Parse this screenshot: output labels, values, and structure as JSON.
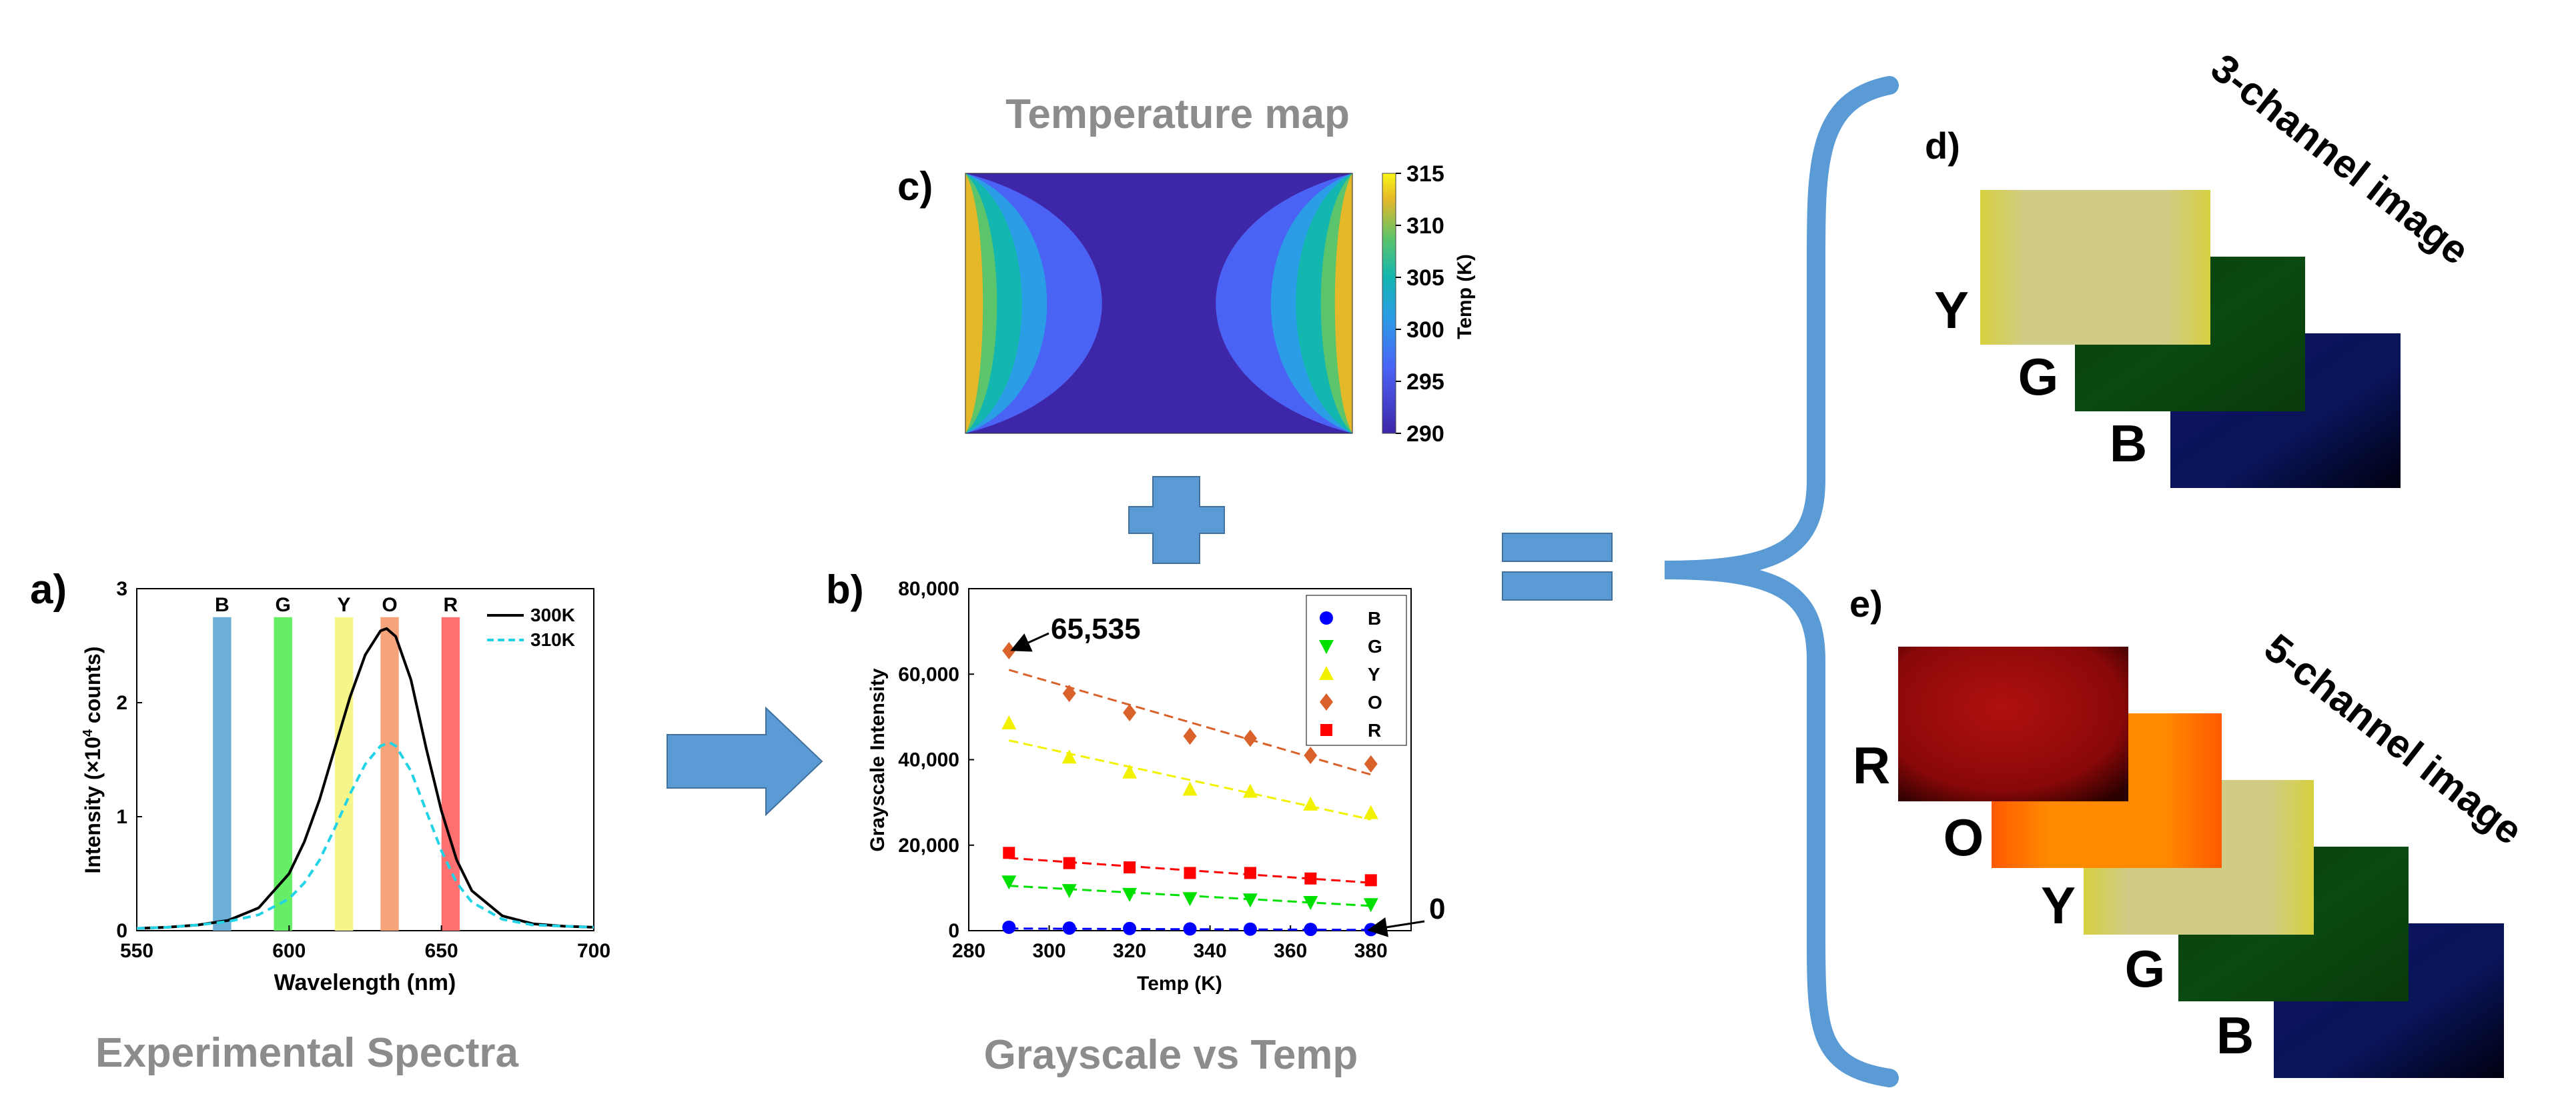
{
  "panels": {
    "a": {
      "letter": "a)",
      "caption": "Experimental Spectra",
      "xlabel": "Wavelength (nm)",
      "ylabel_prefix": "Intensity (",
      "ylabel_mult": "×10",
      "ylabel_exp": "4",
      "ylabel_suffix": " counts)",
      "band_labels": [
        "B",
        "G",
        "Y",
        "O",
        "R"
      ],
      "legend": [
        "300K",
        "310K"
      ]
    },
    "b": {
      "letter": "b)",
      "caption": "Grayscale vs Temp",
      "xlabel": "Temp (K)",
      "ylabel": "Grayscale Intensity",
      "annotation_max": "65,535",
      "annotation_min": "0",
      "legend": [
        "B",
        "G",
        "Y",
        "O",
        "R"
      ]
    },
    "c": {
      "letter": "c)",
      "title": "Temperature map",
      "colorbar_label": "Temp (K)",
      "colorbar_ticks": [
        "315",
        "310",
        "305",
        "300",
        "295",
        "290"
      ]
    },
    "d": {
      "letter": "d)",
      "title": "3-channel image",
      "layers": [
        "Y",
        "G",
        "B"
      ]
    },
    "e": {
      "letter": "e)",
      "title": "5-channel image",
      "layers": [
        "R",
        "O",
        "Y",
        "G",
        "B"
      ]
    }
  },
  "colors": {
    "arrow": "#5b9bd5",
    "caption": "#8c8c8c",
    "B": "#0000ff",
    "G": "#00e000",
    "Y": "#f2f200",
    "O": "#d9622b",
    "R": "#ff0000",
    "band_B": "#6baed6",
    "band_G": "#66ee66",
    "band_Y": "#f5f58a",
    "band_O": "#f5a37a",
    "band_R": "#ff7070",
    "spectrum_300": "#000000",
    "spectrum_310": "#22d3e6"
  },
  "chart_data": [
    {
      "panel": "a",
      "type": "line",
      "xlabel": "Wavelength (nm)",
      "ylabel": "Intensity (×10^4 counts)",
      "xlim": [
        550,
        700
      ],
      "ylim": [
        0,
        3
      ],
      "xticks": [
        "550",
        "600",
        "650",
        "700"
      ],
      "yticks": [
        "0",
        "1",
        "2",
        "3"
      ],
      "bands": [
        {
          "name": "B",
          "center": 578,
          "width": 6
        },
        {
          "name": "G",
          "center": 598,
          "width": 6
        },
        {
          "name": "Y",
          "center": 618,
          "width": 6
        },
        {
          "name": "O",
          "center": 633,
          "width": 6
        },
        {
          "name": "R",
          "center": 653,
          "width": 6
        }
      ],
      "series": [
        {
          "name": "300K",
          "style": "solid",
          "x": [
            550,
            560,
            570,
            580,
            590,
            600,
            605,
            610,
            615,
            620,
            625,
            630,
            632,
            635,
            640,
            645,
            650,
            655,
            660,
            670,
            680,
            690,
            700
          ],
          "y": [
            0.02,
            0.03,
            0.05,
            0.09,
            0.2,
            0.5,
            0.78,
            1.15,
            1.6,
            2.05,
            2.42,
            2.63,
            2.65,
            2.58,
            2.2,
            1.6,
            1.05,
            0.62,
            0.35,
            0.13,
            0.06,
            0.04,
            0.03
          ]
        },
        {
          "name": "310K",
          "style": "dashed",
          "x": [
            550,
            560,
            570,
            580,
            590,
            600,
            605,
            610,
            615,
            620,
            625,
            630,
            633,
            635,
            640,
            645,
            650,
            655,
            660,
            670,
            680,
            690,
            700
          ],
          "y": [
            0.02,
            0.03,
            0.05,
            0.08,
            0.14,
            0.28,
            0.42,
            0.62,
            0.9,
            1.2,
            1.46,
            1.62,
            1.65,
            1.62,
            1.4,
            1.05,
            0.7,
            0.42,
            0.25,
            0.1,
            0.05,
            0.04,
            0.03
          ]
        }
      ],
      "legend_position": "top-right"
    },
    {
      "panel": "b",
      "type": "scatter",
      "xlabel": "Temp (K)",
      "ylabel": "Grayscale Intensity",
      "xlim": [
        280,
        390
      ],
      "ylim": [
        0,
        80000
      ],
      "xticks": [
        "280",
        "300",
        "320",
        "340",
        "360",
        "380"
      ],
      "yticks": [
        "0",
        "20,000",
        "40,000",
        "60,000",
        "80,000"
      ],
      "x": [
        290,
        305,
        320,
        335,
        350,
        365,
        380
      ],
      "series": [
        {
          "name": "B",
          "marker": "circle",
          "values": [
            800,
            600,
            500,
            400,
            350,
            300,
            250
          ],
          "fit": [
            500,
            180
          ]
        },
        {
          "name": "G",
          "marker": "triangle-down",
          "values": [
            11500,
            9500,
            8600,
            7600,
            7300,
            6700,
            6200
          ],
          "fit": [
            10500,
            5800
          ]
        },
        {
          "name": "Y",
          "marker": "triangle-up",
          "values": [
            48500,
            40500,
            37000,
            33000,
            32500,
            29500,
            27500
          ],
          "fit": [
            44500,
            26000
          ]
        },
        {
          "name": "O",
          "marker": "diamond",
          "values": [
            65500,
            55500,
            51000,
            45500,
            45000,
            41000,
            39000
          ],
          "fit": [
            61000,
            36500
          ]
        },
        {
          "name": "R",
          "marker": "square",
          "values": [
            18200,
            15800,
            14800,
            13500,
            13500,
            12200,
            11800
          ],
          "fit": [
            17000,
            11200
          ]
        }
      ],
      "legend_position": "top-right"
    },
    {
      "panel": "c",
      "type": "heatmap",
      "colorbar_range": [
        290,
        315
      ],
      "colorbar_label": "Temp (K)"
    }
  ]
}
